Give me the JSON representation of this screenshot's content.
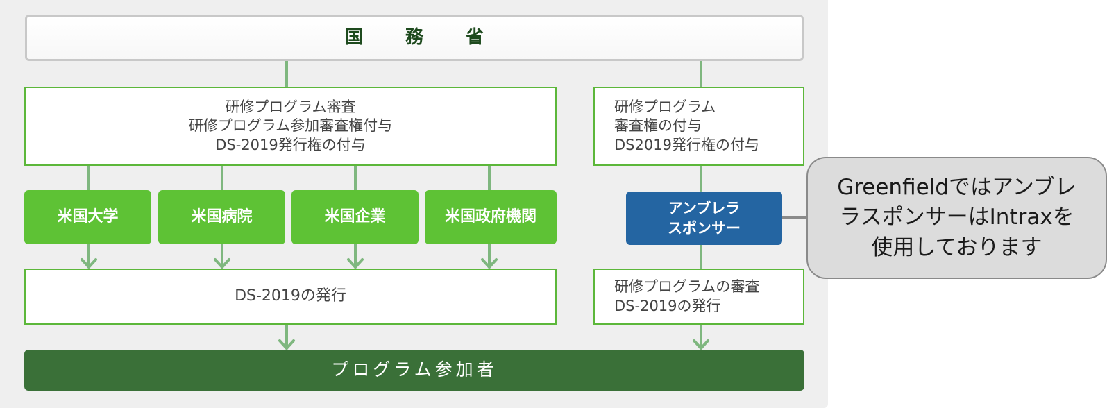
{
  "state_dept": "国 務 省",
  "left_review": {
    "lines": [
      "研修プログラム審査",
      "研修プログラム参加審査権付与",
      "DS-2019発行権の付与"
    ]
  },
  "right_review": {
    "lines": [
      "研修プログラム",
      "審査権の付与",
      "DS2019発行権の付与"
    ]
  },
  "sponsors": [
    {
      "label": "米国大学"
    },
    {
      "label": "米国病院"
    },
    {
      "label": "米国企業"
    },
    {
      "label": "米国政府機関"
    }
  ],
  "umbrella": {
    "lines": [
      "アンブレラ",
      "スポンサー"
    ]
  },
  "issuance_left": "DS-2019の発行",
  "issuance_right": {
    "lines": [
      "研修プログラムの審査",
      "DS-2019の発行"
    ]
  },
  "participants": "プログラム参加者",
  "callout": {
    "lines": [
      "Greenfieldではアンブレ",
      "ラスポンサーはIntraxを",
      "使用しております"
    ]
  },
  "colors": {
    "connector": "#7fb77f",
    "sponsor_green": "#5ec235",
    "umbrella_blue": "#2465a2",
    "participant_green": "#3a7038",
    "border_green": "#5cb73a"
  }
}
